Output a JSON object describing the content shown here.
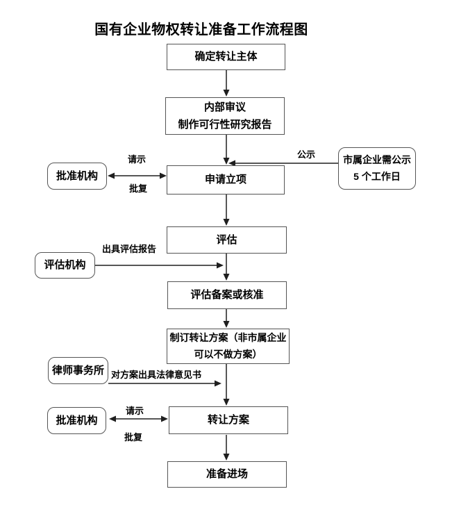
{
  "title": "国有企业物权转让准备工作流程图",
  "nodes": {
    "determine_subject": {
      "label": "确定转让主体"
    },
    "internal_review": {
      "line1": "内部审议",
      "line2": "制作可行性研究报告"
    },
    "apply_project": {
      "label": "申请立项"
    },
    "approval_org_1": {
      "label": "批准机构"
    },
    "public_notice_box": {
      "line1": "市属企业需公示",
      "line2": "5 个工作日"
    },
    "evaluation": {
      "label": "评估"
    },
    "evaluation_org": {
      "label": "评估机构"
    },
    "evaluation_filing": {
      "label": "评估备案或核准"
    },
    "draft_plan": {
      "line1": "制订转让方案（非市属企业",
      "line2": "可以不做方案）"
    },
    "law_firm": {
      "label": "律师事务所"
    },
    "transfer_plan": {
      "label": "转让方案"
    },
    "approval_org_2": {
      "label": "批准机构"
    },
    "prepare_entry": {
      "label": "准备进场"
    }
  },
  "edge_labels": {
    "request_1": "请示",
    "reply_1": "批复",
    "public_notice": "公示",
    "issue_eval_report": "出具评估报告",
    "legal_opinion": "对方案出具法律意见书",
    "request_2": "请示",
    "reply_2": "批复"
  },
  "colors": {
    "background": "#ffffff",
    "box_border": "#545454",
    "line": "#1f1f1f",
    "text": "#000000"
  }
}
